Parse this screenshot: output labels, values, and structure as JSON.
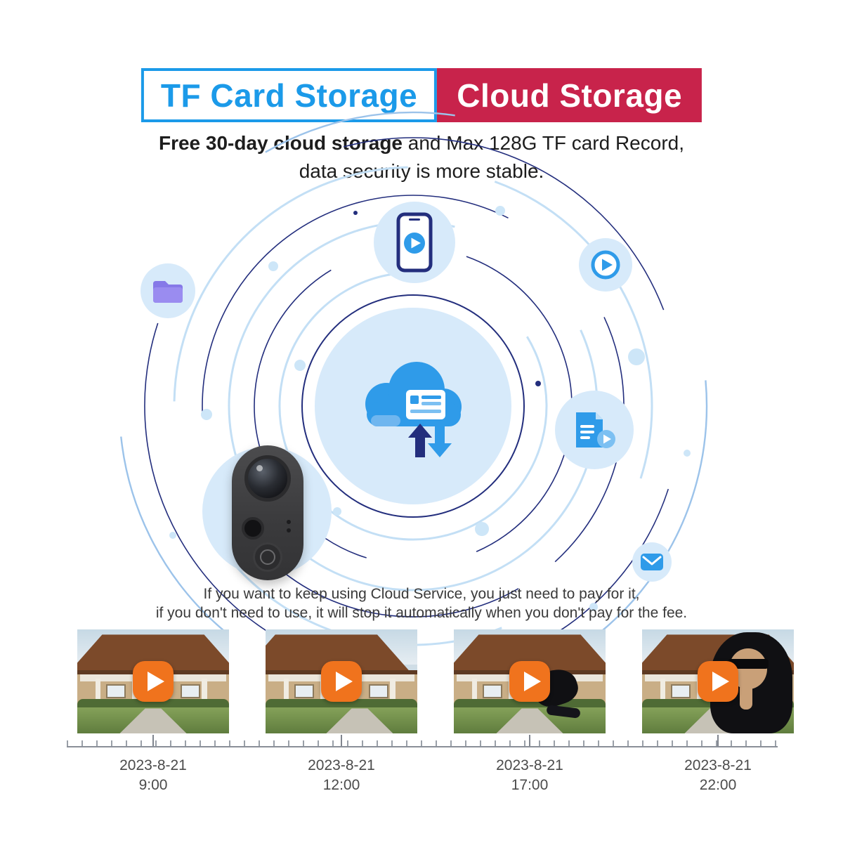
{
  "header": {
    "tf_card_label": "TF Card Storage",
    "cloud_label": "Cloud Storage"
  },
  "intro": {
    "bold": "Free 30-day cloud storage",
    "rest": " and Max 128G TF card Record,",
    "line2": "data security is more stable."
  },
  "note": {
    "line1": "If you want to keep using Cloud Service, you just need to pay for it,",
    "line2": "if you don't need to use, it will stop it automatically when you don't pay for the fee."
  },
  "diagram": {
    "center_icon": "cloud-upload-download-icon",
    "satellite_icons": [
      "phone-video-icon",
      "play-circle-icon",
      "folder-icon",
      "video-file-icon",
      "mail-icon"
    ],
    "product": "peephole-doorbell-camera"
  },
  "gallery": {
    "thumbnails": [
      {
        "scene": "house-daytime",
        "icon": "play-button"
      },
      {
        "scene": "house-daytime",
        "icon": "play-button"
      },
      {
        "scene": "burglar-crouching",
        "icon": "play-button"
      },
      {
        "scene": "burglar-closeup",
        "icon": "play-button"
      }
    ]
  },
  "timeline": {
    "entries": [
      {
        "date": "2023-8-21",
        "time": "9:00"
      },
      {
        "date": "2023-8-21",
        "time": "12:00"
      },
      {
        "date": "2023-8-21",
        "time": "17:00"
      },
      {
        "date": "2023-8-21",
        "time": "22:00"
      }
    ]
  },
  "colors": {
    "accent_blue": "#1b9ae9",
    "banner_red": "#c8234b",
    "navy": "#232e7d",
    "light_blue": "#d7eafa",
    "cloud_blue": "#2f9be9",
    "play_orange": "#f0731d",
    "folder_purple": "#8679e8"
  }
}
